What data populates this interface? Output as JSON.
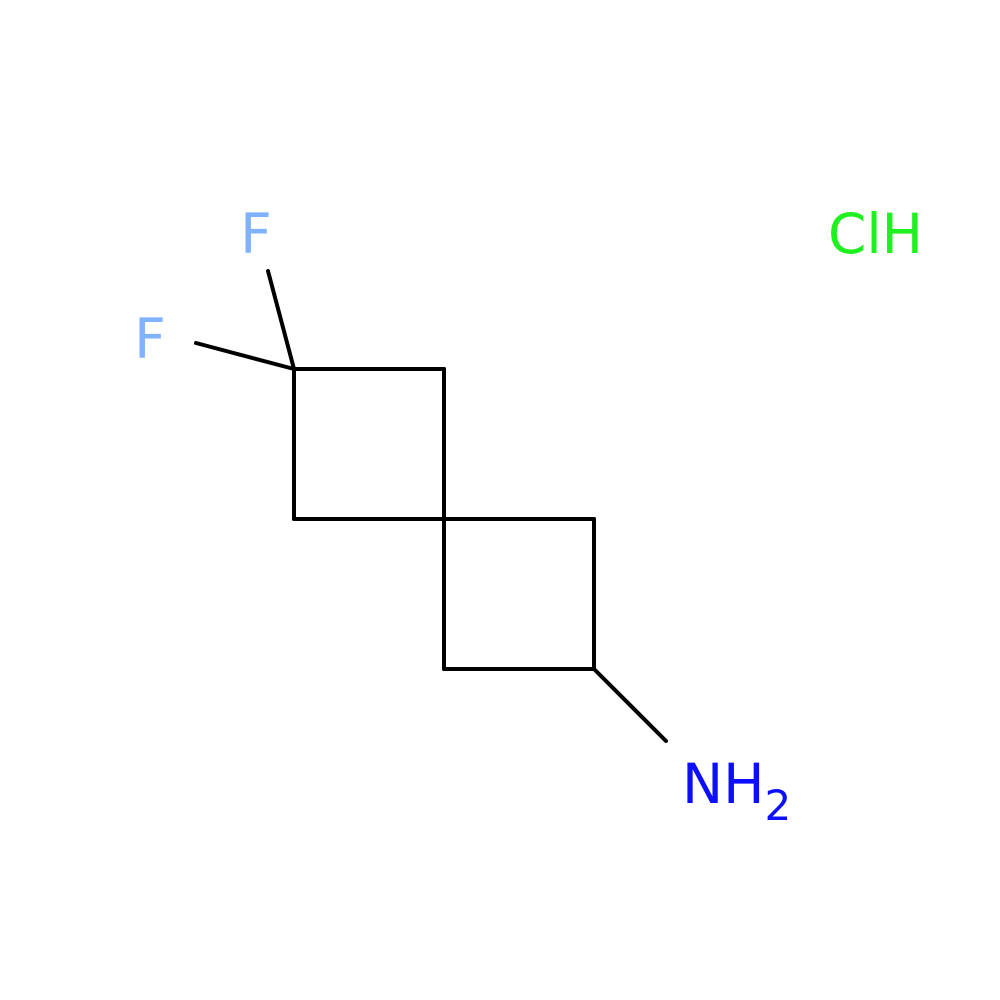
{
  "molecule": {
    "name": "6,6-difluorospiro[3.3]heptan-2-amine hydrochloride",
    "bond_color": "#000000",
    "labels": {
      "f1": {
        "text": "F",
        "color": "#80B3FF"
      },
      "f2": {
        "text": "F",
        "color": "#80B3FF"
      },
      "amine_main": {
        "text": "NH",
        "color": "#0D0DFF"
      },
      "amine_sub": {
        "text": "2",
        "color": "#0D0DFF"
      },
      "salt": {
        "text": "ClH",
        "color": "#1FF01F"
      }
    }
  }
}
